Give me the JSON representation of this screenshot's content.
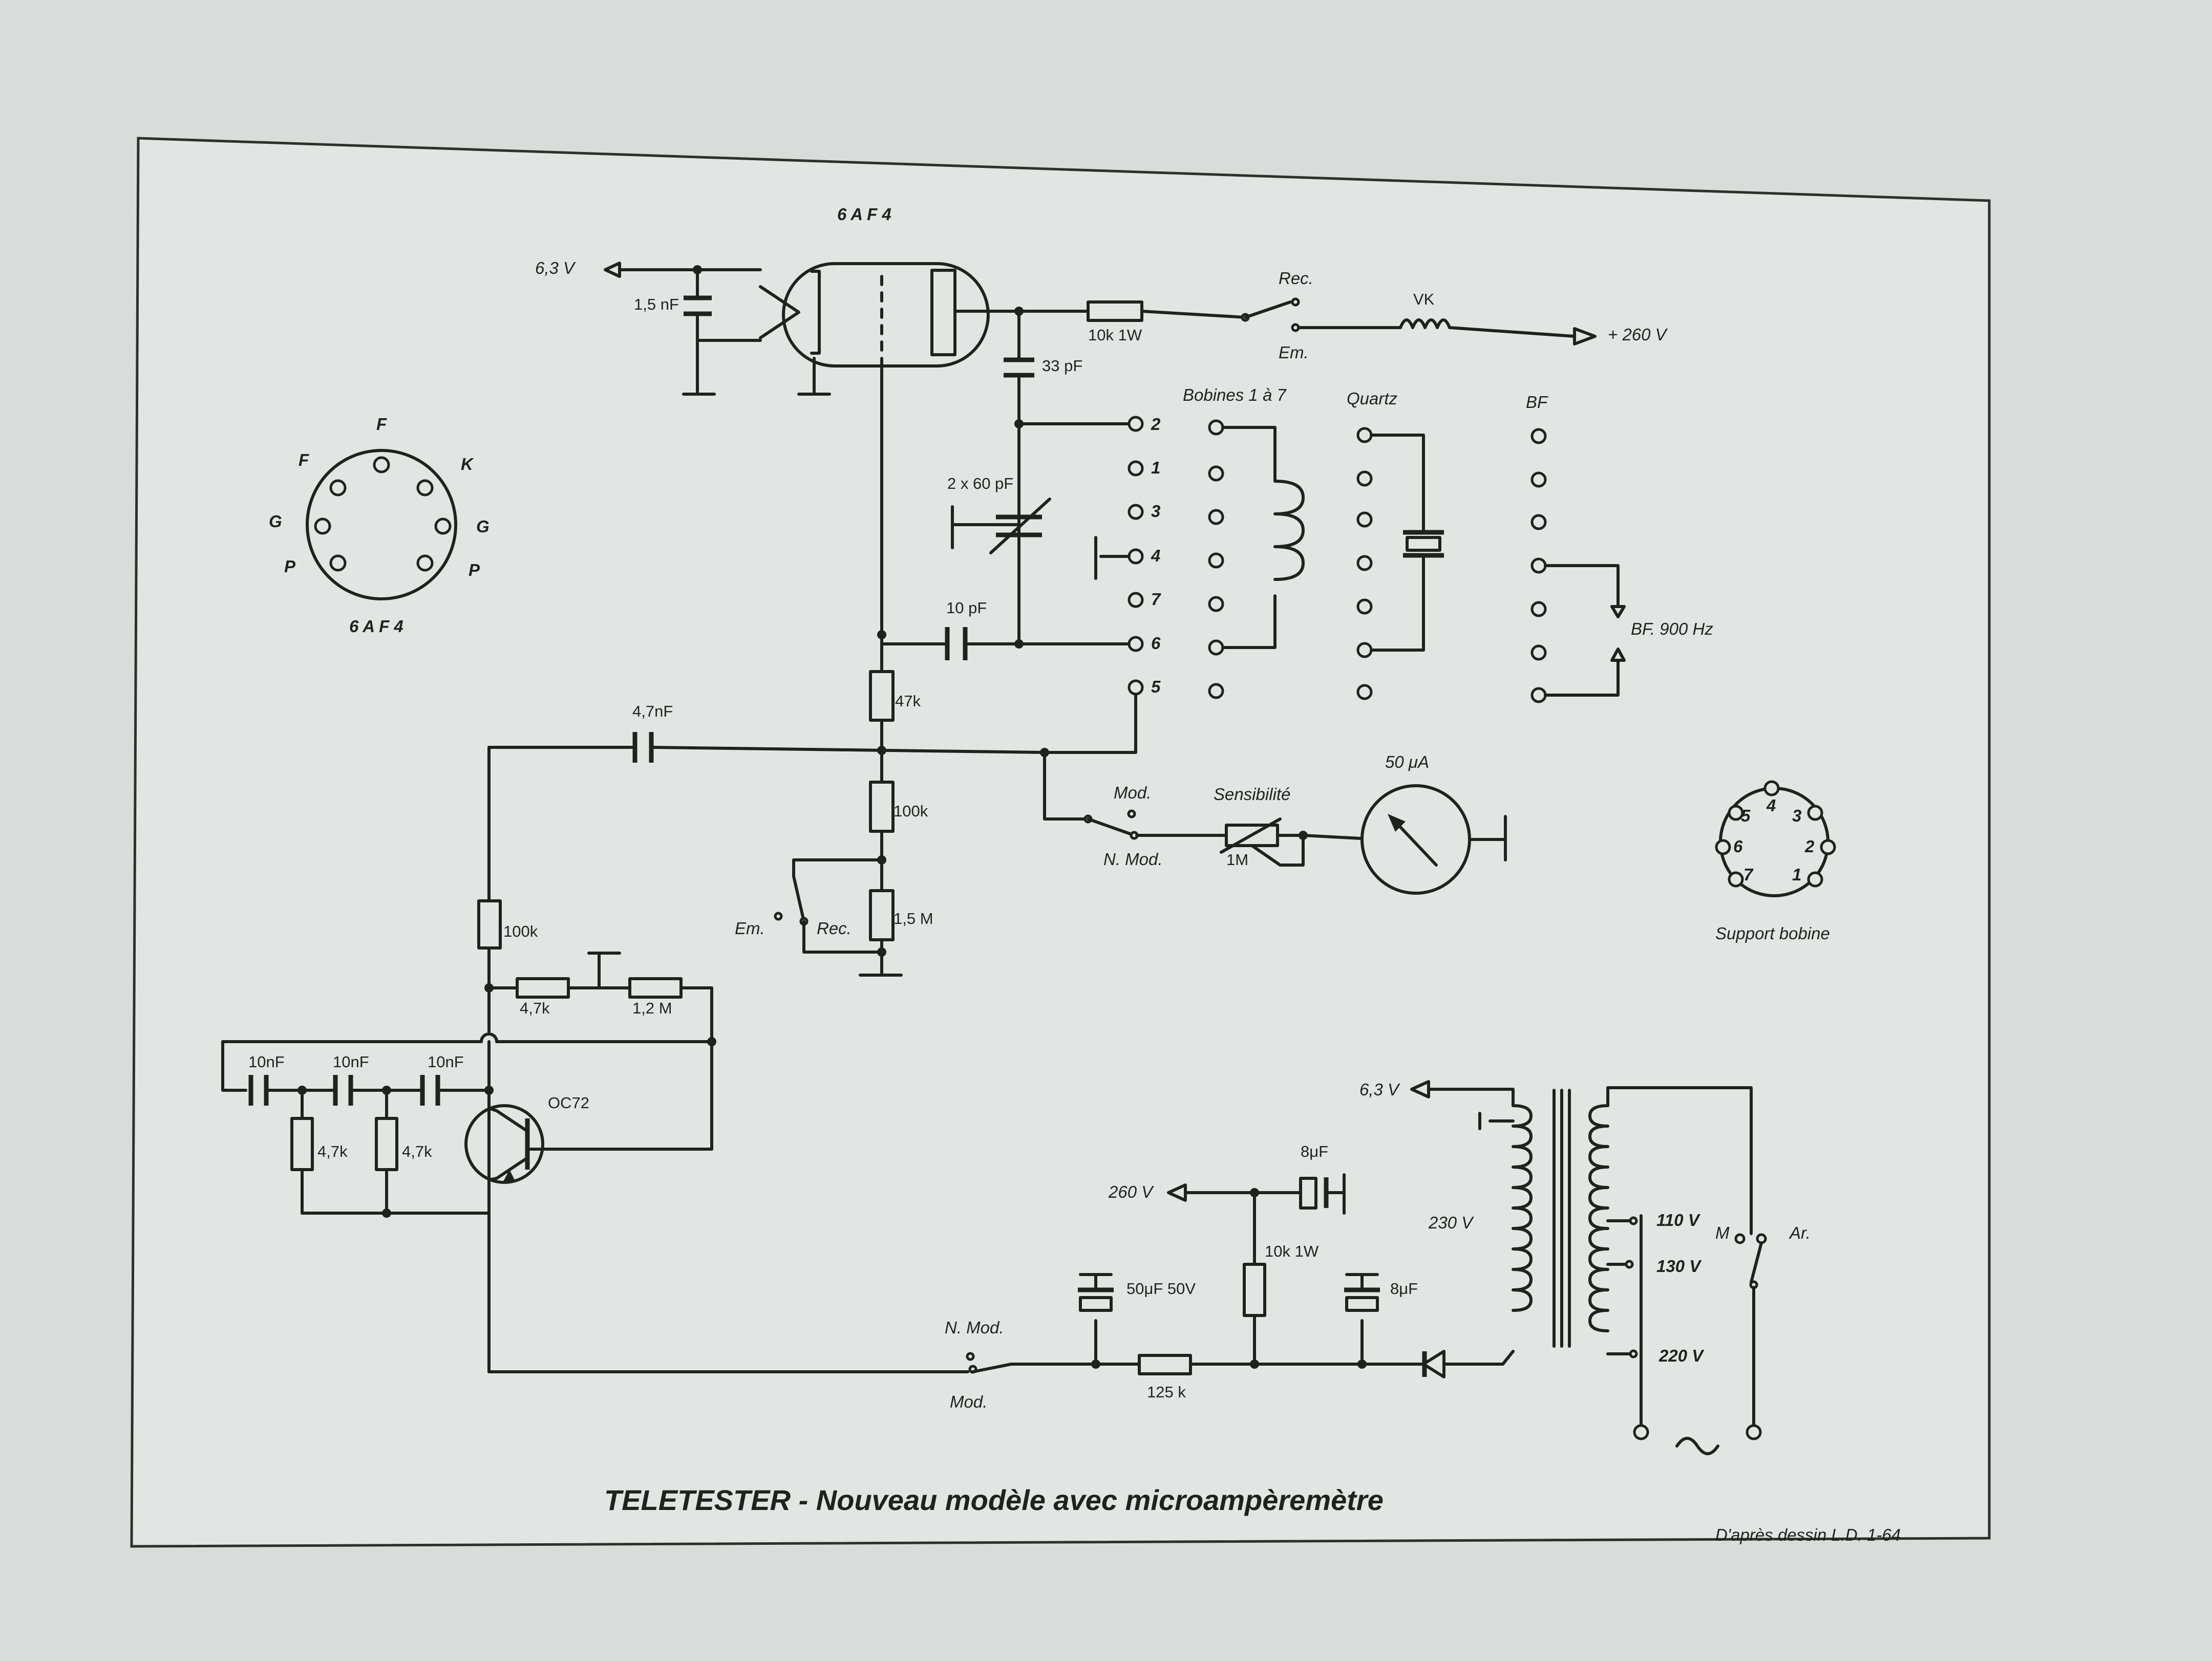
{
  "title": "TELETESTER - Nouveau modèle avec microampèremètre",
  "credit": "D'après dessin L.D. 1-64",
  "tube": {
    "name": "6 A F 4",
    "pinout_title": "6 A F 4",
    "pins": [
      "F",
      "F",
      "K",
      "G",
      "G",
      "P",
      "P"
    ]
  },
  "supply_top": {
    "heater": "6,3 V",
    "ht": "+ 260 V",
    "choke": "VK"
  },
  "switch_rec_em": {
    "rec": "Rec.",
    "em": "Em."
  },
  "components": {
    "c_heater": "1,5 nF",
    "r_plate": "10k  1W",
    "c_plate": "33 pF",
    "c_var": "2 x 60 pF",
    "c_grid": "10 pF",
    "r_grid": "47k",
    "c_coupling": "4,7nF",
    "r_bias": "100k",
    "r_bias2": "1,5 M",
    "r_osc_col": "100k",
    "r_fb1": "4,7k",
    "r_fb2": "1,2 M",
    "c_rc1": "10nF",
    "c_rc2": "10nF",
    "c_rc3": "10nF",
    "r_rc1": "4,7k",
    "r_rc2": "4,7k",
    "transistor": "OC72"
  },
  "banks": {
    "bobines": "Bobines 1 à 7",
    "quartz": "Quartz",
    "bf": "BF",
    "bf_freq": "BF. 900 Hz",
    "numbers": [
      "2",
      "1",
      "3",
      "4",
      "7",
      "6",
      "5"
    ]
  },
  "meter": {
    "range": "50 μA",
    "sens_label": "Sensibilité",
    "sens_value": "1M",
    "mod": "Mod.",
    "nmod": "N. Mod."
  },
  "osc_switch": {
    "em": "Em.",
    "rec": "Rec."
  },
  "support": {
    "label": "Support bobine",
    "pins": [
      "4",
      "3",
      "5",
      "6",
      "2",
      "7",
      "1"
    ]
  },
  "power": {
    "heater": "6,3 V",
    "ht": "260 V",
    "c_filter": "8μF",
    "r_filter": "10k  1W",
    "c_res": "8μF",
    "c_bias": "50μF  50V",
    "r_series": "125 k",
    "primary": "230  V",
    "taps": [
      "110 V",
      "130 V",
      "220 V"
    ],
    "switch_m": "M",
    "switch_ar": "Ar.",
    "nmod": "N. Mod.",
    "mod": "Mod."
  }
}
